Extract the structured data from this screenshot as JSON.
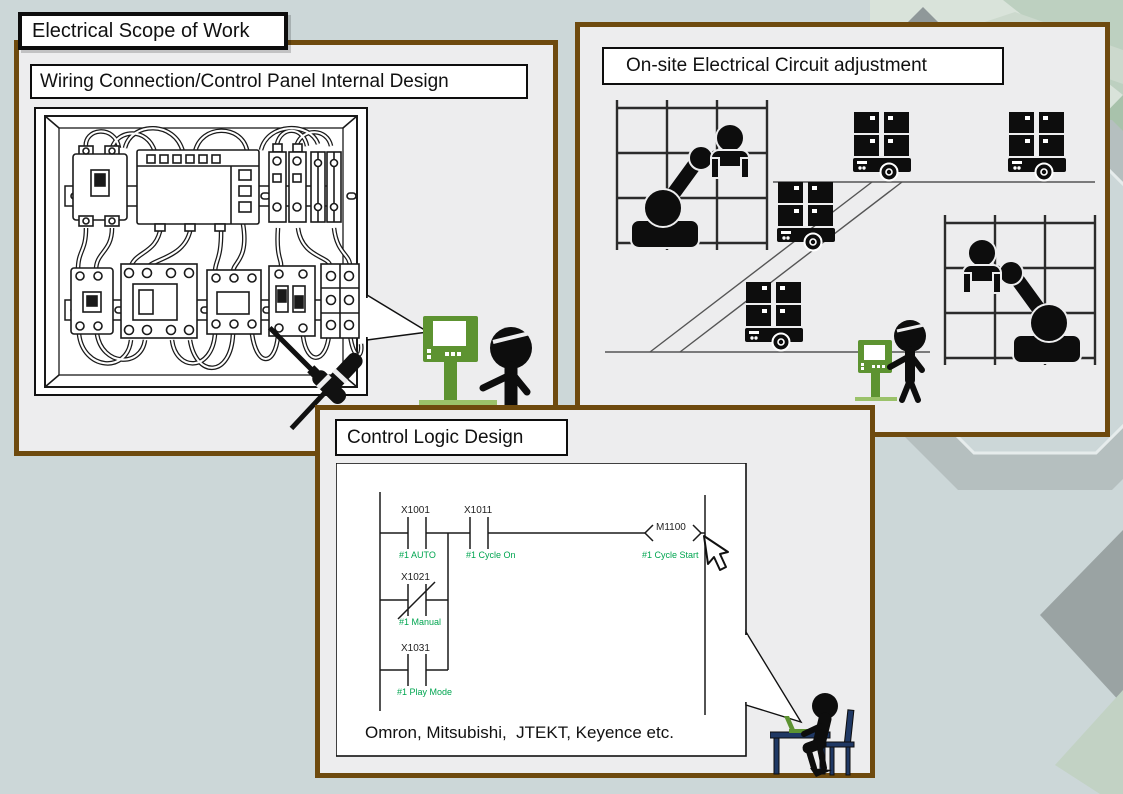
{
  "slide": {
    "title": "Electrical Scope of Work"
  },
  "panels": {
    "wiring": {
      "title": "Wiring Connection/Control Panel Internal Design"
    },
    "onsite": {
      "title": "On-site Electrical Circuit adjustment"
    },
    "logic": {
      "title": "Control Logic Design",
      "vendors": "Omron, Mitsubishi,  JTEKT, Keyence etc.",
      "ladder": {
        "contacts": [
          {
            "address": "X1001",
            "comment": "#1 AUTO",
            "type": "NO"
          },
          {
            "address": "X1011",
            "comment": "#1 Cycle On",
            "type": "NO"
          },
          {
            "address": "X1021",
            "comment": "#1 Manual",
            "type": "NC"
          },
          {
            "address": "X1031",
            "comment": "#1 Play Mode",
            "type": "NO"
          }
        ],
        "coil": {
          "address": "M1100",
          "comment": "#1 Cycle Start"
        }
      }
    }
  },
  "colors": {
    "background": "#ccd7d8",
    "panel_bg": "#ededee",
    "panel_border": "#6e4a0e",
    "ladder_comment_green": "#00a550",
    "hmi_green": "#5d9331",
    "desk_navy": "#1f3864",
    "silhouette_black": "#0d0d0d"
  }
}
